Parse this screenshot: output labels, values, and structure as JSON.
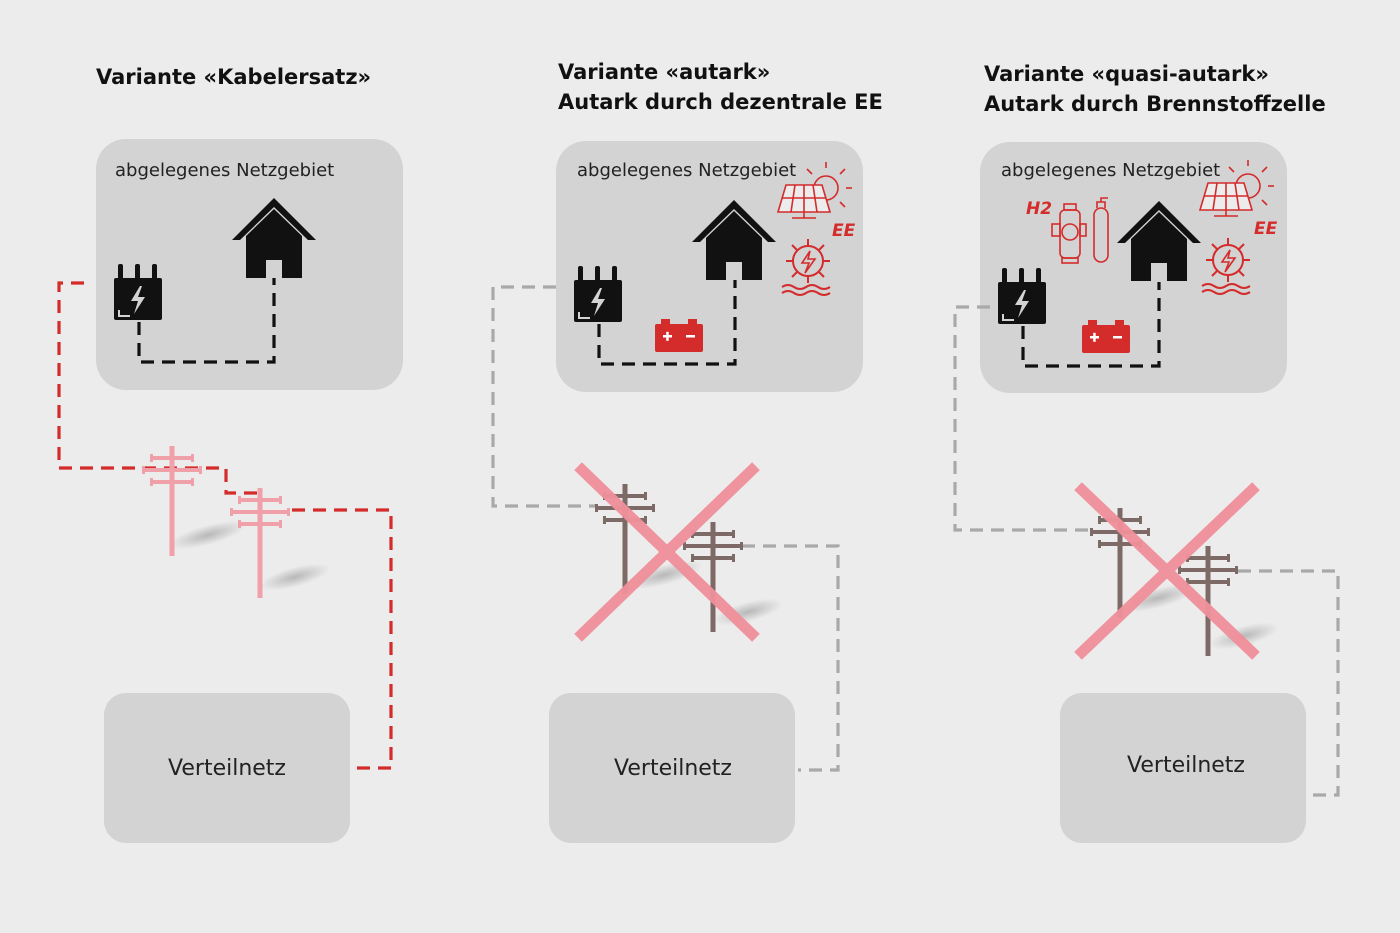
{
  "colors": {
    "background": "#ececec",
    "box": "#d3d3d3",
    "red": "#d42b2b",
    "pink": "#f0a0a8",
    "cross": "#f0909a",
    "pole_brown": "#7d6a66",
    "grey_line": "#a9a9a9",
    "black": "#111111"
  },
  "panels": [
    {
      "title_lines": [
        "Variante «Kabelersatz»"
      ],
      "region_label": "abgelegenes Netzgebiet",
      "distribution_label": "Verteilnetz"
    },
    {
      "title_lines": [
        "Variante «autark»",
        "Autark durch dezentrale EE"
      ],
      "region_label": "abgelegenes Netzgebiet",
      "distribution_label": "Verteilnetz",
      "ee_label": "EE"
    },
    {
      "title_lines": [
        "Variante «quasi-autark»",
        "Autark durch Brennstoffzelle"
      ],
      "region_label": "abgelegenes Netzgebiet",
      "distribution_label": "Verteilnetz",
      "ee_label": "EE",
      "h2_label": "H2"
    }
  ]
}
